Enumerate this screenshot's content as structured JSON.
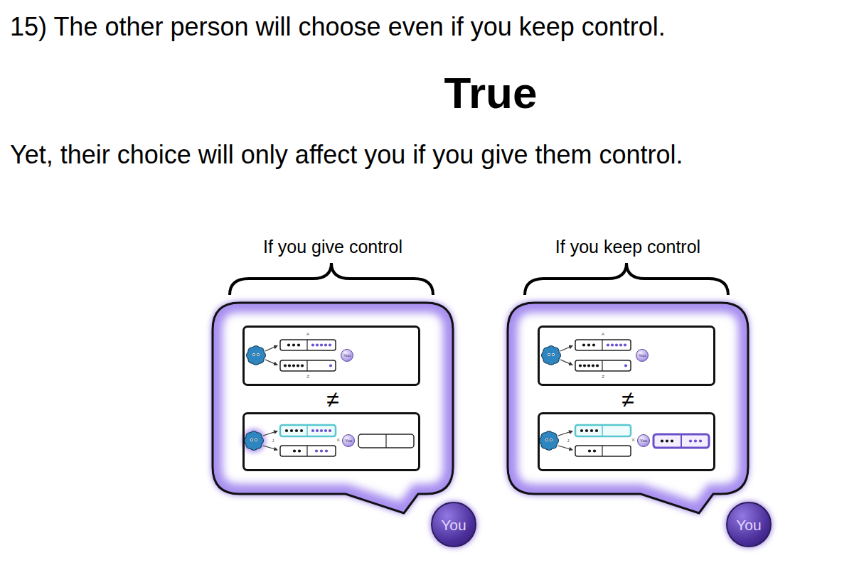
{
  "diagram": {
    "title": "15) The other person will choose even if you keep control.",
    "nodes": [
      {
        "text": [
          "If you give control",
          "≠"
        ]
      },
      {
        "text": [
          "A",
          "Z"
        ],
        "in": 0
      },
      {
        "text": [
          "You"
        ],
        "in": 1
      },
      {
        "text": [
          "J",
          "K"
        ],
        "in": 0
      },
      {
        "text": [
          "You"
        ],
        "in": 3
      },
      {
        "text": [
          "You"
        ]
      },
      {
        "text": [
          "If you keep control",
          "≠"
        ]
      },
      {
        "text": [
          "A",
          "Z"
        ],
        "in": 6
      },
      {
        "text": [
          "You"
        ],
        "in": 7
      },
      {
        "text": [
          "J",
          "K"
        ],
        "in": 6
      },
      {
        "text": [
          "You"
        ],
        "in": 9
      },
      {
        "text": [
          "You"
        ]
      }
    ],
    "labels": [
      "True",
      "Yet, their choice will only affect you if you give them control."
    ]
  }
}
